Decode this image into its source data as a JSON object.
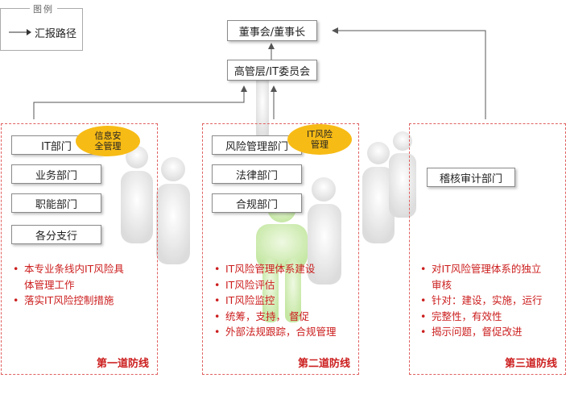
{
  "legend": {
    "title": "图例",
    "label": "汇报路径",
    "icon": "arrow-right-icon"
  },
  "top": {
    "board": "董事会/董事长",
    "management": "高管层/IT委员会"
  },
  "first_line": {
    "boxes": [
      "IT部门",
      "业务部门",
      "职能部门",
      "各分支行"
    ],
    "badge": [
      "信息安",
      "全管理"
    ],
    "bullets": [
      "本专业条线内IT风险具",
      "体管理工作",
      "落实IT风险控制措施"
    ],
    "bullet_flags": [
      true,
      false,
      true
    ],
    "label": "第一道防线"
  },
  "second_line": {
    "boxes": [
      "风险管理部门",
      "法律部门",
      "合规部门"
    ],
    "badge": [
      "IT风险",
      "管理"
    ],
    "bullets": [
      "IT风险管理体系建设",
      "IT风险评估",
      "IT风险监控",
      "统筹，支持， 督促",
      "外部法规跟踪，合规管理"
    ],
    "label": "第二道防线"
  },
  "third_line": {
    "boxes": [
      "稽核审计部门"
    ],
    "bullets": [
      "对IT风险管理体系的独立",
      "审核",
      "针对：建设，实施，运行",
      "完整性，有效性",
      "揭示问题，督促改进"
    ],
    "bullet_flags": [
      true,
      false,
      true,
      true,
      true
    ],
    "label": "第三道防线"
  },
  "colors": {
    "accent_red": "#cc1e1e",
    "badge_yellow": "#f7bb15",
    "region_border": "#e06060"
  }
}
